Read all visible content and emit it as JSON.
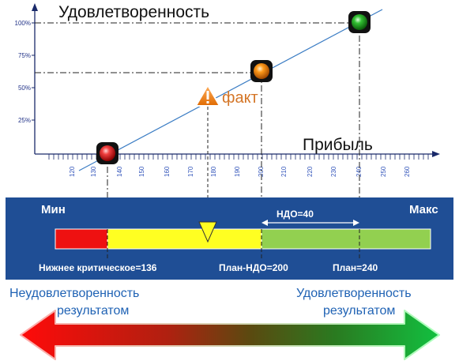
{
  "y_axis": {
    "title": "Удовлетворенность",
    "ticks": [
      "100%",
      "75%",
      "50%",
      "25%"
    ]
  },
  "x_axis": {
    "title": "Прибыль",
    "ticks": [
      "120",
      "130",
      "140",
      "150",
      "160",
      "170",
      "180",
      "190",
      "200",
      "210",
      "220",
      "230",
      "240",
      "250",
      "260"
    ]
  },
  "markers": {
    "fact_label": "факт"
  },
  "panel": {
    "min_label": "Мин",
    "max_label": "Макс",
    "ndo_label": "НДО=40",
    "low_critical_label": "Нижнее критическое=136",
    "plan_ndo_label": "План-НДО=200",
    "plan_label": "План=240"
  },
  "captions": {
    "left_line1": "Неудовлетворенность",
    "left_line2": "результатом",
    "right_line1": "Удовлетворенность",
    "right_line2": "результатом"
  },
  "colors": {
    "panel_bg": "#1f4e95",
    "bar_red": "#ee1111",
    "bar_yellow": "#ffff22",
    "bar_green": "#92d050",
    "trend_line": "#3a7cc4",
    "caption": "#1f62b4",
    "fact_orange": "#d47526"
  }
}
